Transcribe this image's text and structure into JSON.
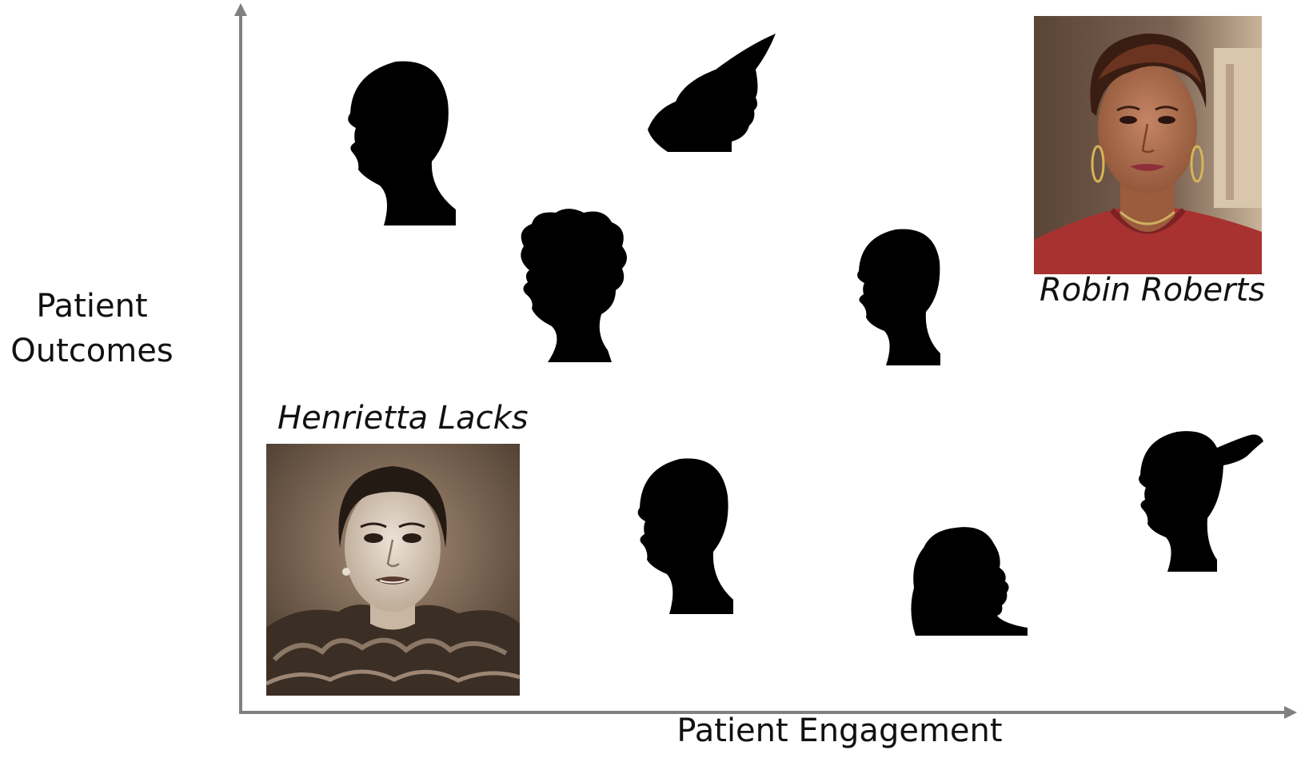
{
  "axes": {
    "y_label_line1": "Patient",
    "y_label_line2": "Outcomes",
    "x_label": "Patient Engagement",
    "axis_color": "#808080"
  },
  "people": {
    "robin": {
      "name": "Robin Roberts"
    },
    "henrietta": {
      "name": "Henrietta Lacks"
    }
  },
  "silhouettes": [
    {
      "style": "short-hair"
    },
    {
      "style": "cap"
    },
    {
      "style": "curly-hair"
    },
    {
      "style": "short-hair"
    },
    {
      "style": "short-hair"
    },
    {
      "style": "bob"
    },
    {
      "style": "ponytail"
    }
  ]
}
